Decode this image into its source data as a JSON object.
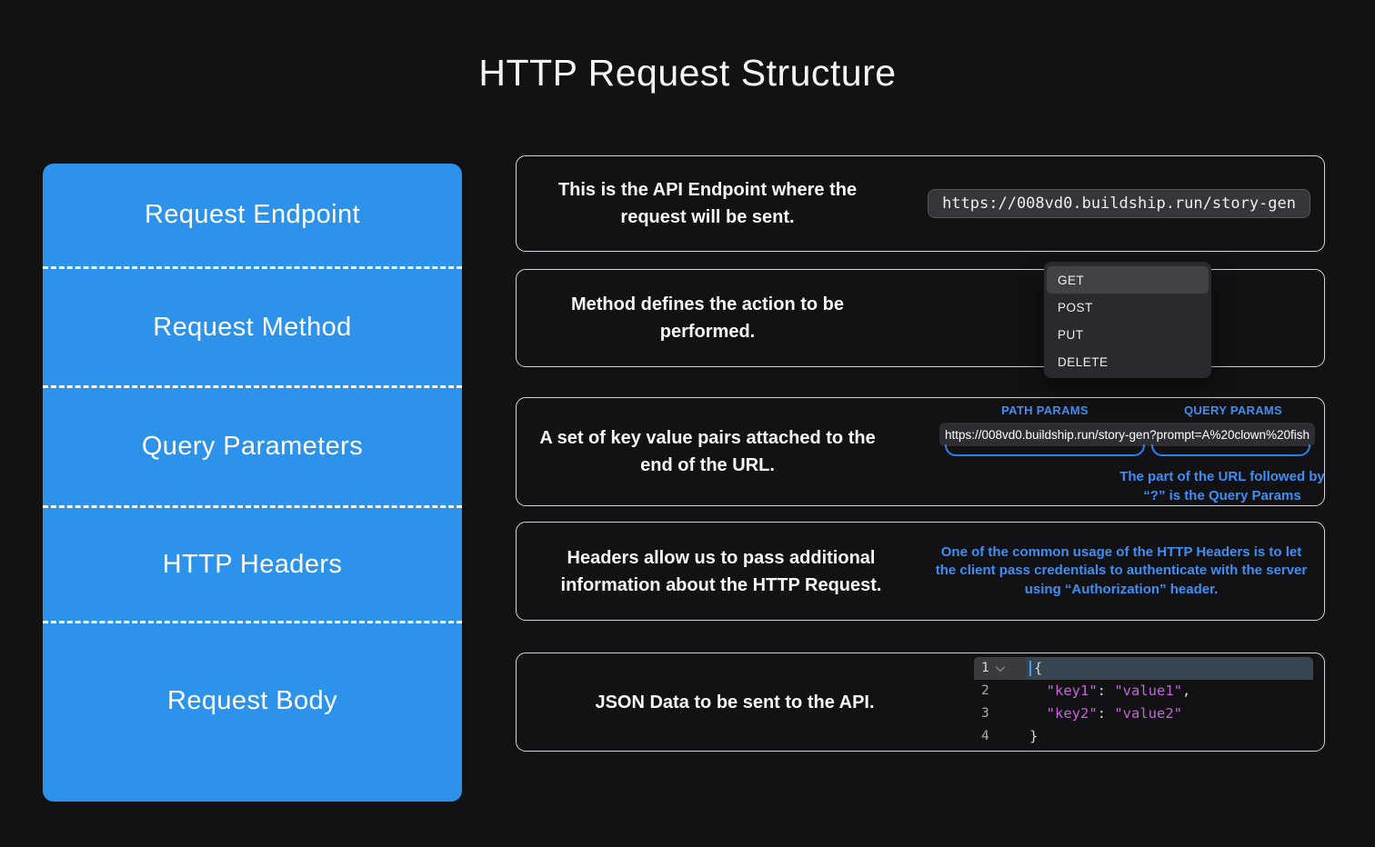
{
  "title": "HTTP Request Structure",
  "colors": {
    "background": "#121215",
    "sidebar_blue": "#2d93ea",
    "note_blue": "#3e8ef5",
    "bracket_blue": "#2f80ed",
    "string_purple": "#c365d6"
  },
  "sidebar": {
    "items": [
      {
        "label": "Request Endpoint"
      },
      {
        "label": "Request Method"
      },
      {
        "label": "Query Parameters"
      },
      {
        "label": "HTTP Headers"
      },
      {
        "label": "Request Body"
      }
    ]
  },
  "panels": {
    "endpoint": {
      "description": "This is the API Endpoint where the request will be sent.",
      "url": "https://008vd0.buildship.run/story-gen"
    },
    "method": {
      "description": "Method defines the action to be performed.",
      "dropdown": {
        "selected": "GET",
        "options": [
          "GET",
          "POST",
          "PUT",
          "DELETE"
        ]
      }
    },
    "query": {
      "description": "A set of key value pairs attached to the end of the URL.",
      "path_label": "PATH PARAMS",
      "query_label": "QUERY PARAMS",
      "url": "https://008vd0.buildship.run/story-gen?prompt=A%20clown%20fish",
      "note": "The part of the URL followed by “?” is the Query Params"
    },
    "headers": {
      "description": "Headers allow us to pass additional information about the HTTP Request.",
      "note": "One of the common usage of the HTTP Headers is to let the client pass credentials to authenticate with the server using “Authorization” header."
    },
    "body": {
      "description": "JSON Data to be sent to the API.",
      "code": {
        "lines": [
          {
            "num": "1",
            "fold": true,
            "cursor": true,
            "highlight": true,
            "tokens": [
              {
                "type": "punct",
                "text": "{"
              }
            ]
          },
          {
            "num": "2",
            "tokens": [
              {
                "type": "punct",
                "text": "  "
              },
              {
                "type": "string",
                "text": "\"key1\""
              },
              {
                "type": "punct",
                "text": ": "
              },
              {
                "type": "string",
                "text": "\"value1\""
              },
              {
                "type": "punct",
                "text": ","
              }
            ]
          },
          {
            "num": "3",
            "tokens": [
              {
                "type": "punct",
                "text": "  "
              },
              {
                "type": "string",
                "text": "\"key2\""
              },
              {
                "type": "punct",
                "text": ": "
              },
              {
                "type": "string",
                "text": "\"value2\""
              }
            ]
          },
          {
            "num": "4",
            "tokens": [
              {
                "type": "punct",
                "text": "}"
              }
            ]
          }
        ]
      }
    }
  }
}
